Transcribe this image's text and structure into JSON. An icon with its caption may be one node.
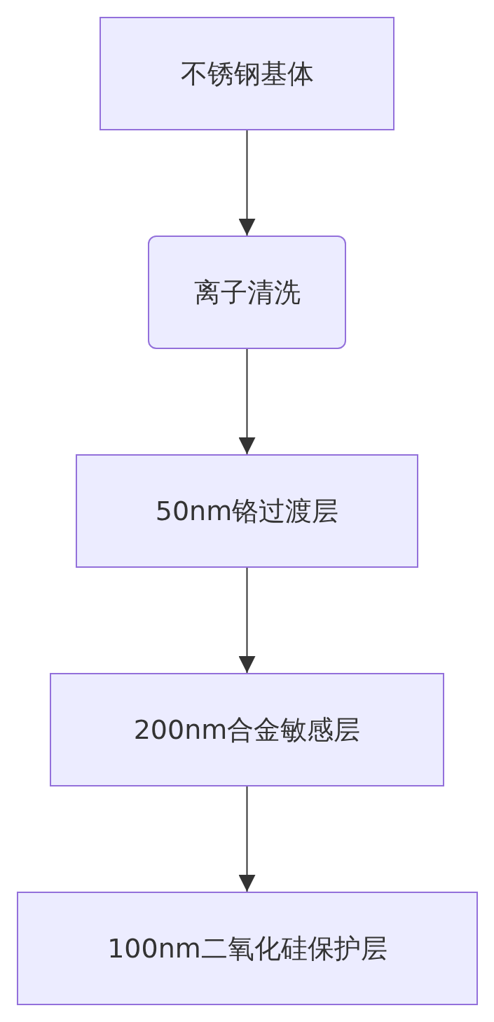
{
  "diagram": {
    "nodes": [
      {
        "text": [
          "不锈钢基体"
        ]
      },
      {
        "text": [
          "离子清洗"
        ]
      },
      {
        "text": [
          "50nm铬过渡层"
        ]
      },
      {
        "text": [
          "200nm合金敏感层"
        ]
      },
      {
        "text": [
          "100nm二氧化硅保护层"
        ]
      }
    ],
    "edges": [
      {
        "from": 0,
        "to": 1,
        "arrow": "to"
      },
      {
        "from": 1,
        "to": 2,
        "arrow": "to"
      },
      {
        "from": 2,
        "to": 3,
        "arrow": "to"
      },
      {
        "from": 3,
        "to": 4,
        "arrow": "to"
      }
    ]
  }
}
